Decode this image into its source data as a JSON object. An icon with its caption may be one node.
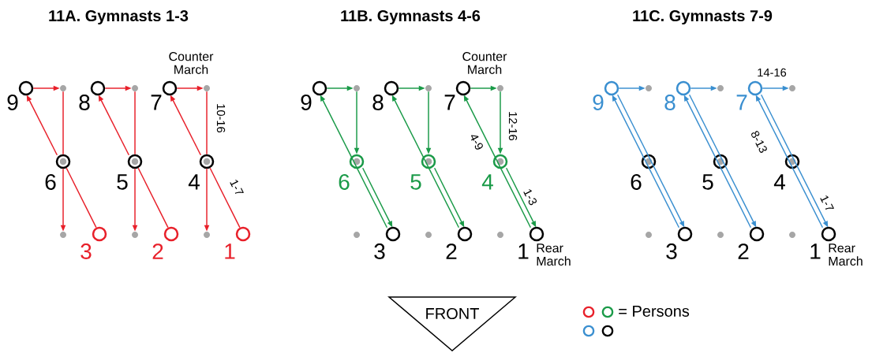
{
  "diagram": {
    "nodes": [
      {
        "text": [],
        "shape": "circle",
        "beside": [
          "9"
        ]
      },
      {
        "text": [],
        "shape": "dot"
      },
      {
        "text": [],
        "shape": "circle",
        "beside": [
          "6"
        ]
      },
      {
        "text": [],
        "shape": "dot"
      },
      {
        "text": [],
        "shape": "circle",
        "beside": [
          "3"
        ]
      },
      {
        "text": [],
        "shape": "circle",
        "beside": [
          "8"
        ]
      },
      {
        "text": [],
        "shape": "dot"
      },
      {
        "text": [],
        "shape": "circle",
        "beside": [
          "5"
        ]
      },
      {
        "text": [],
        "shape": "dot"
      },
      {
        "text": [],
        "shape": "circle",
        "beside": [
          "2"
        ]
      },
      {
        "text": [],
        "shape": "circle",
        "beside": [
          "7"
        ]
      },
      {
        "text": [],
        "shape": "dot",
        "beside": [
          "Counter March"
        ]
      },
      {
        "text": [],
        "shape": "circle",
        "beside": [
          "4"
        ]
      },
      {
        "text": [],
        "shape": "dot"
      },
      {
        "text": [],
        "shape": "circle",
        "beside": [
          "1"
        ]
      },
      {
        "text": [],
        "shape": "circle",
        "beside": [
          "9"
        ]
      },
      {
        "text": [],
        "shape": "dot"
      },
      {
        "text": [],
        "shape": "circle",
        "beside": [
          "6"
        ]
      },
      {
        "text": [],
        "shape": "dot"
      },
      {
        "text": [],
        "shape": "circle",
        "beside": [
          "3"
        ]
      },
      {
        "text": [],
        "shape": "circle",
        "beside": [
          "8"
        ]
      },
      {
        "text": [],
        "shape": "dot"
      },
      {
        "text": [],
        "shape": "circle",
        "beside": [
          "5"
        ]
      },
      {
        "text": [],
        "shape": "dot"
      },
      {
        "text": [],
        "shape": "circle",
        "beside": [
          "2"
        ]
      },
      {
        "text": [],
        "shape": "circle",
        "beside": [
          "7"
        ]
      },
      {
        "text": [],
        "shape": "dot",
        "beside": [
          "Counter March"
        ]
      },
      {
        "text": [],
        "shape": "circle",
        "beside": [
          "4"
        ]
      },
      {
        "text": [],
        "shape": "dot"
      },
      {
        "text": [],
        "shape": "circle",
        "beside": [
          "1",
          "Rear March"
        ]
      },
      {
        "text": [],
        "shape": "circle",
        "beside": [
          "9"
        ]
      },
      {
        "text": [],
        "shape": "dot"
      },
      {
        "text": [],
        "shape": "circle",
        "beside": [
          "6"
        ]
      },
      {
        "text": [],
        "shape": "dot"
      },
      {
        "text": [],
        "shape": "circle",
        "beside": [
          "3"
        ]
      },
      {
        "text": [],
        "shape": "circle",
        "beside": [
          "8"
        ]
      },
      {
        "text": [],
        "shape": "dot"
      },
      {
        "text": [],
        "shape": "circle",
        "beside": [
          "5"
        ]
      },
      {
        "text": [],
        "shape": "dot"
      },
      {
        "text": [],
        "shape": "circle",
        "beside": [
          "2"
        ]
      },
      {
        "text": [],
        "shape": "circle",
        "beside": [
          "7"
        ]
      },
      {
        "text": [],
        "shape": "dot"
      },
      {
        "text": [],
        "shape": "circle",
        "beside": [
          "4"
        ]
      },
      {
        "text": [],
        "shape": "dot"
      },
      {
        "text": [],
        "shape": "circle",
        "beside": [
          "1",
          "Rear March"
        ]
      },
      {
        "text": [
          "FRONT"
        ]
      }
    ],
    "edges": [
      {
        "from": 0,
        "to": 1,
        "arrow": "to",
        "color": "#e8202a"
      },
      {
        "from": 1,
        "to": 2,
        "arrow": "none",
        "color": "#e8202a"
      },
      {
        "from": 2,
        "to": 3,
        "arrow": "to",
        "color": "#e8202a"
      },
      {
        "from": 4,
        "to": 2,
        "arrow": "none",
        "color": "#e8202a"
      },
      {
        "from": 2,
        "to": 0,
        "arrow": "to",
        "color": "#e8202a"
      },
      {
        "from": 5,
        "to": 6,
        "arrow": "to",
        "color": "#e8202a"
      },
      {
        "from": 6,
        "to": 7,
        "arrow": "none",
        "color": "#e8202a"
      },
      {
        "from": 7,
        "to": 8,
        "arrow": "to",
        "color": "#e8202a"
      },
      {
        "from": 9,
        "to": 7,
        "arrow": "none",
        "color": "#e8202a"
      },
      {
        "from": 7,
        "to": 5,
        "arrow": "to",
        "color": "#e8202a"
      },
      {
        "from": 10,
        "to": 11,
        "arrow": "to",
        "color": "#e8202a"
      },
      {
        "from": 11,
        "to": 12,
        "arrow": "none",
        "color": "#e8202a",
        "label": "10-16"
      },
      {
        "from": 12,
        "to": 13,
        "arrow": "to",
        "color": "#e8202a"
      },
      {
        "from": 14,
        "to": 12,
        "arrow": "none",
        "color": "#e8202a",
        "label": "1-7"
      },
      {
        "from": 12,
        "to": 10,
        "arrow": "to",
        "color": "#e8202a"
      },
      {
        "from": 17,
        "to": 19,
        "arrow": "to",
        "color": "#1a9a48"
      },
      {
        "from": 19,
        "to": 15,
        "arrow": "to",
        "color": "#1a9a48"
      },
      {
        "from": 15,
        "to": 16,
        "arrow": "to",
        "color": "#1a9a48"
      },
      {
        "from": 16,
        "to": 17,
        "arrow": "to",
        "color": "#1a9a48"
      },
      {
        "from": 22,
        "to": 24,
        "arrow": "to",
        "color": "#1a9a48"
      },
      {
        "from": 24,
        "to": 20,
        "arrow": "to",
        "color": "#1a9a48"
      },
      {
        "from": 20,
        "to": 21,
        "arrow": "to",
        "color": "#1a9a48"
      },
      {
        "from": 21,
        "to": 22,
        "arrow": "to",
        "color": "#1a9a48"
      },
      {
        "from": 27,
        "to": 29,
        "arrow": "to",
        "color": "#1a9a48",
        "label": "1-3"
      },
      {
        "from": 29,
        "to": 25,
        "arrow": "to",
        "color": "#1a9a48",
        "label": "4-9"
      },
      {
        "from": 25,
        "to": 26,
        "arrow": "to",
        "color": "#1a9a48"
      },
      {
        "from": 26,
        "to": 27,
        "arrow": "to",
        "color": "#1a9a48",
        "label": "12-16"
      },
      {
        "from": 30,
        "to": 34,
        "arrow": "to",
        "color": "#3a8fd0"
      },
      {
        "from": 34,
        "to": 30,
        "arrow": "to",
        "color": "#3a8fd0"
      },
      {
        "from": 30,
        "to": 31,
        "arrow": "to",
        "color": "#3a8fd0"
      },
      {
        "from": 35,
        "to": 39,
        "arrow": "to",
        "color": "#3a8fd0"
      },
      {
        "from": 39,
        "to": 35,
        "arrow": "to",
        "color": "#3a8fd0"
      },
      {
        "from": 35,
        "to": 36,
        "arrow": "to",
        "color": "#3a8fd0"
      },
      {
        "from": 40,
        "to": 44,
        "arrow": "to",
        "color": "#3a8fd0",
        "label": "1-7"
      },
      {
        "from": 44,
        "to": 40,
        "arrow": "to",
        "color": "#3a8fd0",
        "label": "8-13"
      },
      {
        "from": 40,
        "to": 41,
        "arrow": "to",
        "color": "#3a8fd0",
        "label": "14-16"
      }
    ],
    "labels": [
      "11A. Gymnasts 1-3",
      "11B. Gymnasts 4-6",
      "11C. Gymnasts 7-9"
    ],
    "legend": [
      {
        "text": "= Persons"
      }
    ]
  }
}
